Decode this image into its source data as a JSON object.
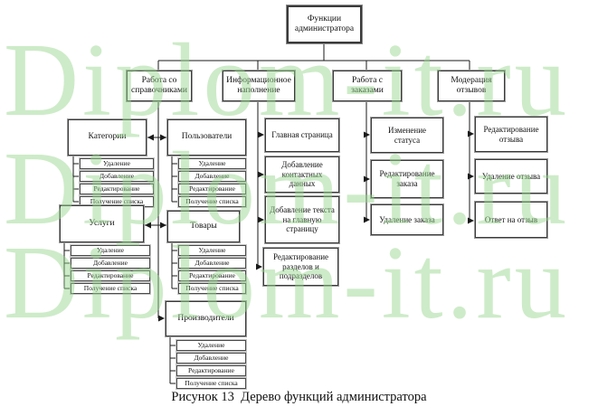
{
  "caption": "Рисунок 13  Дерево функций администратора",
  "watermark": {
    "text": "Diplom-it.ru",
    "color": "#97d68c"
  },
  "tree": {
    "root": "Функции администратора",
    "branches": [
      {
        "label": "Работа со справочниками",
        "groups": [
          {
            "label": "Категории",
            "ops": [
              "Удаление",
              "Добавление",
              "Редактирование",
              "Получение списка"
            ]
          },
          {
            "label": "Пользователи",
            "ops": [
              "Удаление",
              "Добавление",
              "Редактирование",
              "Получение списка"
            ]
          },
          {
            "label": "Услуги",
            "ops": [
              "Удаление",
              "Добавление",
              "Редактирование",
              "Получение списка"
            ]
          },
          {
            "label": "Товары",
            "ops": [
              "Удаление",
              "Добавление",
              "Редактирование",
              "Получение списка"
            ]
          },
          {
            "label": "Производители",
            "ops": [
              "Удаление",
              "Добавление",
              "Редактирование",
              "Получение списка"
            ]
          }
        ]
      },
      {
        "label": "Информационное наполнение",
        "children": [
          "Главная страница",
          "Добавление контактных данных",
          "Добавление текста на главную страницу",
          "Редактирование разделов и подразделов"
        ]
      },
      {
        "label": "Работа с заказами",
        "children": [
          "Изменение статуса",
          "Редактирование заказа",
          "Удаление заказа"
        ]
      },
      {
        "label": "Модерация отзывов",
        "children": [
          "Редактирование отзыва",
          "Удаление отзыва",
          "Ответ на отзыв"
        ]
      }
    ]
  }
}
